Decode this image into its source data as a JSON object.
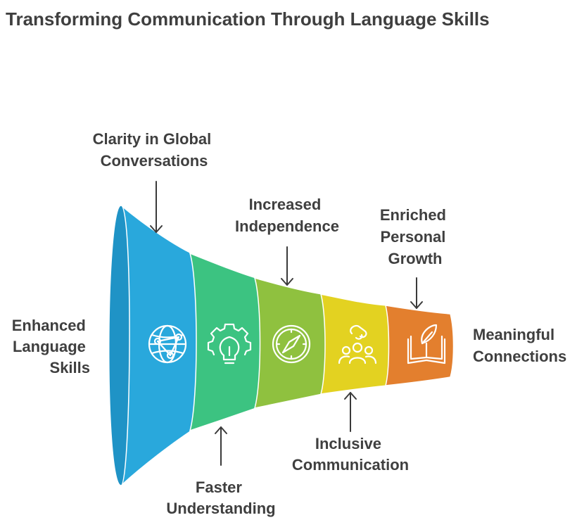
{
  "title": "Transforming Communication Through Language Skills",
  "colors": {
    "stage_blue": "#29a8dc",
    "stage_green": "#3cc381",
    "stage_lime": "#8fc13f",
    "stage_yellow": "#e3d221",
    "stage_orange": "#e37f2e",
    "text": "#3f3f3f"
  },
  "labels": {
    "start": [
      "Enhanced",
      "Language",
      "Skills"
    ],
    "end": [
      "Meaningful",
      "Connections"
    ],
    "clarity": [
      "Clarity in Global",
      "Conversations"
    ],
    "faster": [
      "Faster",
      "Understanding"
    ],
    "independence": [
      "Increased",
      "Independence"
    ],
    "inclusive": [
      "Inclusive",
      "Communication"
    ],
    "growth": [
      "Enriched",
      "Personal",
      "Growth"
    ]
  },
  "stages": [
    {
      "icon": "globe-network-icon"
    },
    {
      "icon": "lightbulb-gear-icon"
    },
    {
      "icon": "compass-icon"
    },
    {
      "icon": "group-handshake-icon"
    },
    {
      "icon": "book-leaf-icon"
    }
  ]
}
